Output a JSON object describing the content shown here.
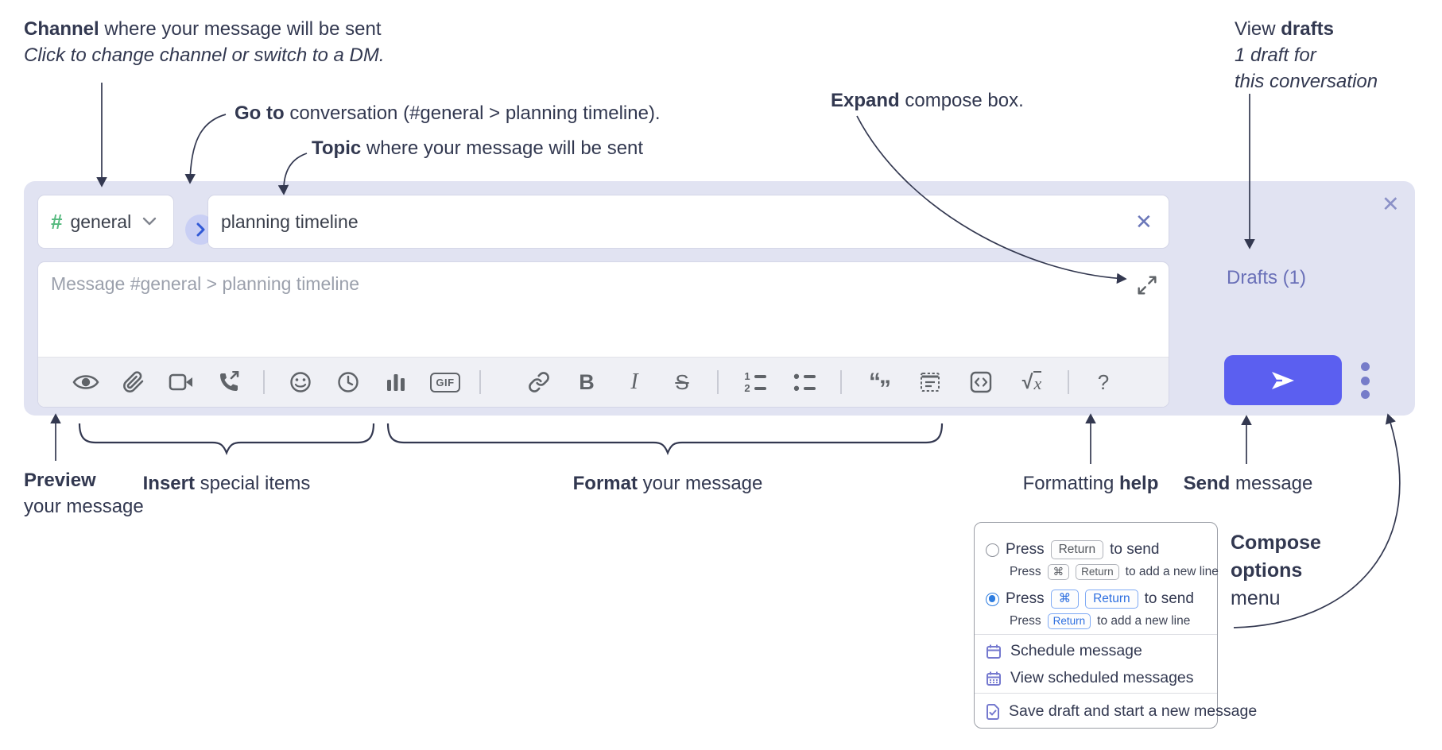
{
  "annotations": {
    "channel": {
      "bold": "Channel",
      "rest": " where your message will be sent",
      "sub": "Click to change channel or switch to a DM."
    },
    "goto": {
      "bold": "Go to",
      "rest": " conversation (#general > planning timeline)."
    },
    "topic": {
      "bold": "Topic",
      "rest": " where your message will be sent"
    },
    "expand": {
      "bold": "Expand",
      "rest": " compose box."
    },
    "drafts": {
      "pre": "View ",
      "bold": "drafts",
      "line2": "1 draft for",
      "line3": "this conversation"
    },
    "preview": {
      "bold": "Preview",
      "line2": "your message"
    },
    "insert": {
      "bold": "Insert",
      "rest": " special items"
    },
    "format": {
      "bold": "Format",
      "rest": " your message"
    },
    "help": {
      "pre": "Formatting ",
      "bold": "help"
    },
    "send": {
      "bold": "Send",
      "rest": " message"
    },
    "compose_menu": {
      "line1": "Compose",
      "line2": "options",
      "line3": "menu"
    }
  },
  "compose": {
    "channel_hash": "#",
    "channel_name": "general",
    "topic_value": "planning timeline",
    "message_placeholder": "Message #general > planning timeline",
    "drafts_link": "Drafts (1)",
    "close_x": "✕",
    "clear_x": "✕",
    "toolbar": {
      "gif": "GIF",
      "bold": "B",
      "italic": "I",
      "strike": "S",
      "quote_open": "“",
      "quote_close": "”",
      "ol1": "1",
      "ol2": "2",
      "root": "√",
      "math_x": "x",
      "help": "?"
    }
  },
  "popup": {
    "press": "Press",
    "return_key": "Return",
    "cmd_key": "⌘",
    "to_send": "to send",
    "to_add": "to add a new line",
    "schedule": "Schedule message",
    "view_scheduled": "View scheduled messages",
    "save_draft": "Save draft and start a new message"
  },
  "colors": {
    "compose_bg": "#e1e3f2",
    "send_button": "#5b5ff0",
    "channel_hash_green": "#55b97e",
    "drafts_link": "#6a70b8",
    "annotation_text": "#323850",
    "selected_radio_blue": "#2e7de0",
    "keycap_blue": "#2e6fe0",
    "menu_icon_purple": "#7579cf"
  }
}
